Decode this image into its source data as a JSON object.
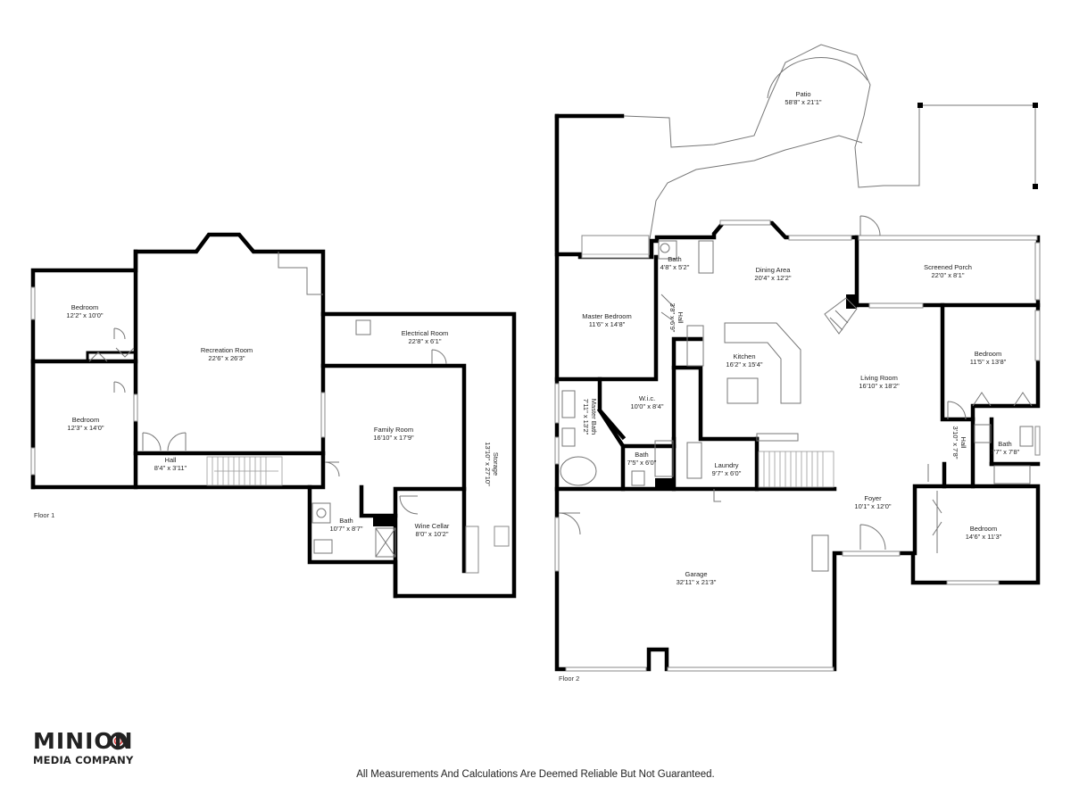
{
  "floors": [
    {
      "label": "Floor 1"
    },
    {
      "label": "Floor 2"
    }
  ],
  "rooms": {
    "f1_bedroom_a": {
      "name": "Bedroom",
      "size": "12'2\" x 10'0\""
    },
    "f1_bedroom_b": {
      "name": "Bedroom",
      "size": "12'3\" x 14'0\""
    },
    "recreation": {
      "name": "Recreation Room",
      "size": "22'6\" x 26'3\""
    },
    "electrical": {
      "name": "Electrical Room",
      "size": "22'8\" x 6'1\""
    },
    "family": {
      "name": "Family Room",
      "size": "16'10\" x 17'9\""
    },
    "storage": {
      "name": "Storage",
      "size": "13'10\" x 27'10\""
    },
    "f1_hall": {
      "name": "Hall",
      "size": "8'4\" x 3'11\""
    },
    "f1_bath": {
      "name": "Bath",
      "size": "10'7\" x 8'7\""
    },
    "wine": {
      "name": "Wine Cellar",
      "size": "8'0\" x 10'2\""
    },
    "patio": {
      "name": "Patio",
      "size": "58'8\" x 21'1\""
    },
    "dining": {
      "name": "Dining Area",
      "size": "20'4\" x 12'2\""
    },
    "screened": {
      "name": "Screened Porch",
      "size": "22'0\" x 8'1\""
    },
    "bath_top": {
      "name": "Bath",
      "size": "4'8\" x 5'2\""
    },
    "master_bed": {
      "name": "Master Bedroom",
      "size": "11'6\" x 14'8\""
    },
    "hall_a": {
      "name": "Hall",
      "size": "3'8\" x 6'9\""
    },
    "kitchen": {
      "name": "Kitchen",
      "size": "16'2\" x 15'4\""
    },
    "living": {
      "name": "Living Room",
      "size": "16'10\" x 18'2\""
    },
    "f2_bed_right": {
      "name": "Bedroom",
      "size": "11'5\" x 13'8\""
    },
    "wic": {
      "name": "W.i.c.",
      "size": "10'0\" x 8'4\""
    },
    "master_bath": {
      "name": "Master Bath",
      "size": "7'11\" x 13'2\""
    },
    "bath_mid": {
      "name": "Bath",
      "size": "7'5\" x 6'0\""
    },
    "laundry": {
      "name": "Laundry",
      "size": "9'7\" x 6'0\""
    },
    "hall_b": {
      "name": "Hall",
      "size": "3'10\" x 7'8\""
    },
    "bath_right": {
      "name": "Bath",
      "size": "7'7\" x 7'8\""
    },
    "foyer": {
      "name": "Foyer",
      "size": "10'1\" x 12'0\""
    },
    "f2_bed_br": {
      "name": "Bedroom",
      "size": "14'6\" x 11'3\""
    },
    "garage": {
      "name": "Garage",
      "size": "32'11\" x 21'3\""
    }
  },
  "brand": {
    "name": "MINION",
    "sub": "MEDIA COMPANY"
  },
  "disclaimer": "All Measurements And Calculations Are Deemed Reliable But Not Guaranteed."
}
